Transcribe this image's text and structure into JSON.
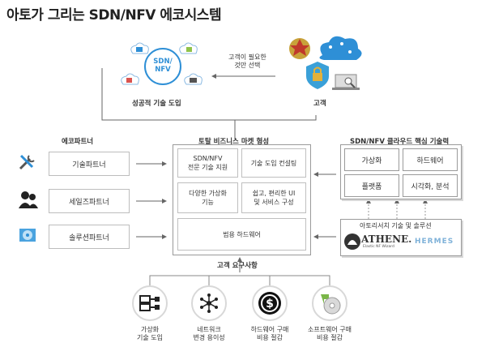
{
  "title": "아토가 그리는 SDN/NFV 에코시스템",
  "top": {
    "cloud_label": "SDN/\nNFV",
    "success_label": "성공적 기술 도입",
    "customer_choice": "고객이 필요한\n것만 선택",
    "customer_label": "고객"
  },
  "eco_partner": {
    "heading": "에코파트너",
    "items": [
      {
        "label": "기술파트너",
        "icon": "tools-icon"
      },
      {
        "label": "세일즈파트너",
        "icon": "people-icon"
      },
      {
        "label": "솔루션파트너",
        "icon": "disc-drive-icon"
      }
    ]
  },
  "total_business": {
    "heading": "토탈 비즈니스 마켓 형성",
    "cells": [
      "SDN/NFV\n전문 기술 지원",
      "기술 도입 컨설팅",
      "다양한 가상화\n기능",
      "쉽고, 편리한 UI\n및 서비스 구성",
      "범용 하드웨어"
    ]
  },
  "core_tech": {
    "heading": "SDN/NFV 클라우드 핵심 기술력",
    "cells": [
      "가상화",
      "하드웨어",
      "플랫폼",
      "시각화, 분석"
    ],
    "architecture": "아토리서치 기술 및 솔루션",
    "athene": "ATHENE.",
    "athene_sub": "Elastic NF Wizard",
    "hermes": "HERMES"
  },
  "requirements": {
    "heading": "고객 요구사항",
    "items": [
      {
        "label": "가상화\n기술 도입",
        "icon": "server-icon"
      },
      {
        "label": "네트워크\n변경 용이성",
        "icon": "network-icon"
      },
      {
        "label": "하드웨어 구매\n비용 절감",
        "icon": "dollar-icon"
      },
      {
        "label": "소프트웨어 구매\n비용 절감",
        "icon": "software-cd-icon"
      }
    ]
  },
  "colors": {
    "blue": "#2e8fd6",
    "red": "#c0392b",
    "hermes": "#7fb2d9",
    "gray_border": "#bfbfbf"
  }
}
